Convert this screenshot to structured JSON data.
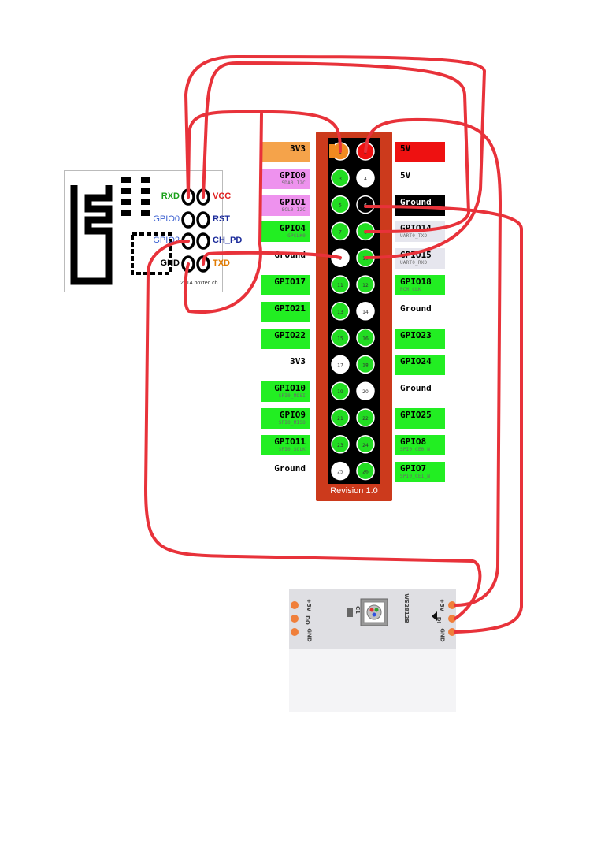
{
  "esp_module": {
    "pins_left": [
      "RXD",
      "GPIO0",
      "GPIO2",
      "GND"
    ],
    "pins_right": [
      "VCC",
      "RST",
      "CH_PD",
      "TXD"
    ],
    "credit": "2014 boxtec.ch",
    "colors": {
      "RXD": "#1aa01a",
      "GPIO0": "#3a5fd0",
      "GPIO2": "#3a5fd0",
      "GND": "#000000",
      "VCC": "#e02020",
      "RST": "#1a2a9a",
      "CH_PD": "#1a2a9a",
      "TXD": "#e07a00"
    }
  },
  "header": {
    "revision": "Revision 1.0",
    "left_pins": [
      {
        "label": "3V3",
        "sub": "",
        "bg": "#f5a34a"
      },
      {
        "label": "GPIO0",
        "sub": "SDA0 I2C",
        "bg": "#ee92ee"
      },
      {
        "label": "GPIO1",
        "sub": "SCL0 I2C",
        "bg": "#ee92ee"
      },
      {
        "label": "GPIO4",
        "sub": "GPCLK0",
        "bg": "#22ee22"
      },
      {
        "label": "Ground",
        "sub": "",
        "bg": "#ffffff"
      },
      {
        "label": "GPIO17",
        "sub": "",
        "bg": "#22ee22"
      },
      {
        "label": "GPIO21",
        "sub": "",
        "bg": "#22ee22"
      },
      {
        "label": "GPIO22",
        "sub": "",
        "bg": "#22ee22"
      },
      {
        "label": "3V3",
        "sub": "",
        "bg": "#ffffff"
      },
      {
        "label": "GPIO10",
        "sub": "SPI0_MOSI",
        "bg": "#22ee22"
      },
      {
        "label": "GPIO9",
        "sub": "SPI0_MISO",
        "bg": "#22ee22"
      },
      {
        "label": "GPIO11",
        "sub": "SPI0_SCLK",
        "bg": "#22ee22"
      },
      {
        "label": "Ground",
        "sub": "",
        "bg": "#ffffff"
      }
    ],
    "right_pins": [
      {
        "label": "5V",
        "sub": "",
        "bg": "#ee1111"
      },
      {
        "label": "5V",
        "sub": "",
        "bg": "#ffffff"
      },
      {
        "label": "Ground",
        "sub": "",
        "bg": "#000000"
      },
      {
        "label": "GPIO14",
        "sub": "UART0_TXD",
        "bg": "#e6e6ee"
      },
      {
        "label": "GPIO15",
        "sub": "UART0_RXD",
        "bg": "#e6e6ee"
      },
      {
        "label": "GPIO18",
        "sub": "PCM_CLK",
        "bg": "#22ee22"
      },
      {
        "label": "Ground",
        "sub": "",
        "bg": "#ffffff"
      },
      {
        "label": "GPIO23",
        "sub": "",
        "bg": "#22ee22"
      },
      {
        "label": "GPIO24",
        "sub": "",
        "bg": "#22ee22"
      },
      {
        "label": "Ground",
        "sub": "",
        "bg": "#ffffff"
      },
      {
        "label": "GPIO25",
        "sub": "",
        "bg": "#22ee22"
      },
      {
        "label": "GPIO8",
        "sub": "SPI0_CE0_N",
        "bg": "#22ee22"
      },
      {
        "label": "GPIO7",
        "sub": "SPI0_CE1_N",
        "bg": "#22ee22"
      }
    ],
    "pin_numbers_left": [
      "1",
      "3",
      "5",
      "7",
      "9",
      "11",
      "13",
      "15",
      "17",
      "19",
      "21",
      "23",
      "25"
    ],
    "pin_numbers_right": [
      "2",
      "4",
      "6",
      "8",
      "10",
      "12",
      "14",
      "16",
      "18",
      "20",
      "22",
      "24",
      "26"
    ]
  },
  "led_strip": {
    "left_labels": [
      "+5V",
      "DO",
      "GND"
    ],
    "right_labels": [
      "+5V",
      "DI",
      "GND"
    ],
    "chip": "WS2812B",
    "cap": "C1"
  },
  "wire_color": "#e8323a"
}
